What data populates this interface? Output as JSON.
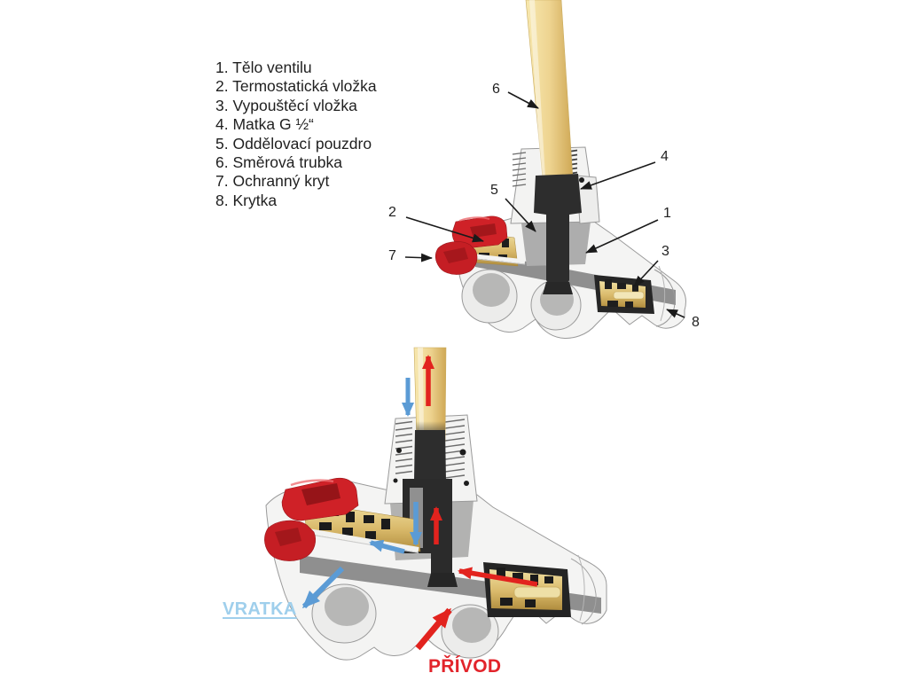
{
  "legend": {
    "items": [
      "1. Tělo ventilu",
      "2. Termostatická vložka",
      "3. Vypouštěcí vložka",
      "4. Matka G ½“",
      "5. Oddělovací pouzdro",
      "6. Směrová trubka",
      "7. Ochranný kryt",
      "8. Krytka"
    ]
  },
  "diagram_top": {
    "callout_numbers": [
      "1",
      "2",
      "3",
      "4",
      "5",
      "6",
      "7",
      "8"
    ]
  },
  "diagram_bottom": {
    "vratka_label": "VRATKA",
    "privod_label": "PŘÍVOD"
  },
  "colors": {
    "tube_gold": "#EDD58F",
    "brass_insert": "#D7B96E",
    "protective_cap_red": "#CE2127",
    "stem_black": "#2C2C2C",
    "valve_body_white": "#F4F4F3",
    "cut_face_gray": "#8F8F8F",
    "flow_arrow_blue": "#5B9BD5",
    "flow_arrow_red": "#E2231E",
    "vratka_label_blue": "#9FCFEC",
    "privod_label_red": "#E2242B",
    "callout_text": "#1F1F1F"
  }
}
